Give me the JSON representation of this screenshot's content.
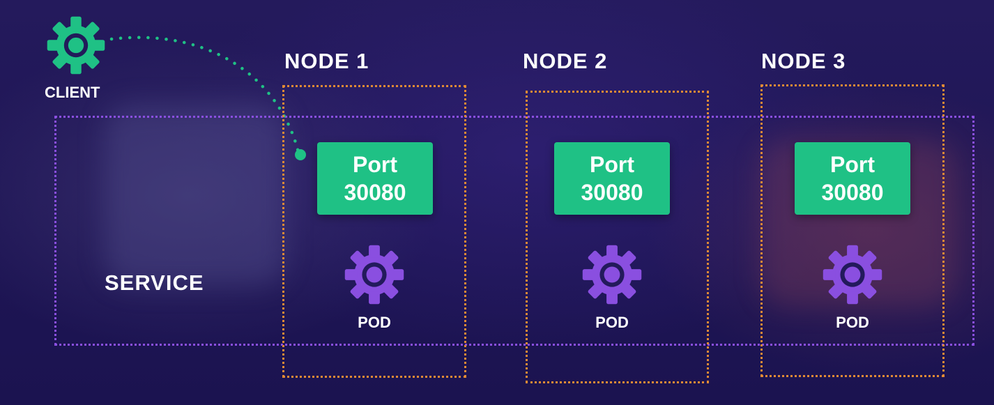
{
  "client": {
    "label": "CLIENT",
    "color": "#1fc185",
    "icon": "gear-icon"
  },
  "service": {
    "label": "SERVICE",
    "border_color": "#8a4fe0"
  },
  "nodes": [
    {
      "title": "NODE 1",
      "port_label": "Port",
      "port_number": "30080",
      "pod_label": "POD"
    },
    {
      "title": "NODE 2",
      "port_label": "Port",
      "port_number": "30080",
      "pod_label": "POD"
    },
    {
      "title": "NODE 3",
      "port_label": "Port",
      "port_number": "30080",
      "pod_label": "POD"
    }
  ],
  "colors": {
    "node_border": "#e08a35",
    "port_fill": "#1fc185",
    "pod_gear": "#8a4fe0",
    "connector": "#1fc185"
  }
}
